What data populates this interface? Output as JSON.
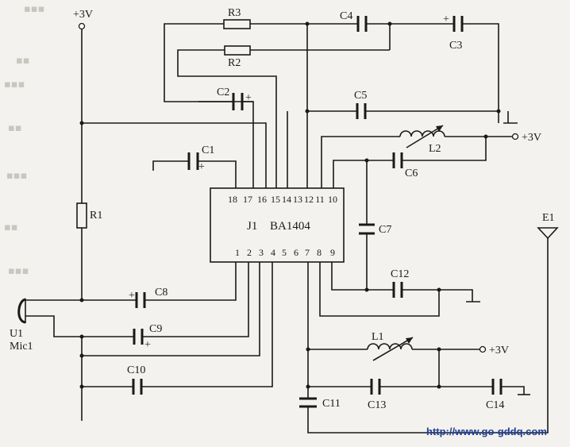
{
  "supply_label": "+3V",
  "ic": {
    "ref": "J1",
    "part": "BA1404",
    "top_pins": [
      "18",
      "17",
      "16",
      "15",
      "14",
      "13",
      "12",
      "11",
      "10"
    ],
    "bottom_pins": [
      "1",
      "2",
      "3",
      "4",
      "5",
      "6",
      "7",
      "8",
      "9"
    ]
  },
  "components": {
    "r1": "R1",
    "r2": "R2",
    "r3": "R3",
    "c1": "C1",
    "c2": "C2",
    "c3": "C3",
    "c4": "C4",
    "c5": "C5",
    "c6": "C6",
    "c7": "C7",
    "c8": "C8",
    "c9": "C9",
    "c10": "C10",
    "c11": "C11",
    "c12": "C12",
    "c13": "C13",
    "c14": "C14",
    "l1": "L1",
    "l2": "L2",
    "mic_ref": "U1",
    "mic_name": "Mic1",
    "antenna": "E1"
  },
  "polarity": "+",
  "watermark": "http://www.go-gddq.com"
}
